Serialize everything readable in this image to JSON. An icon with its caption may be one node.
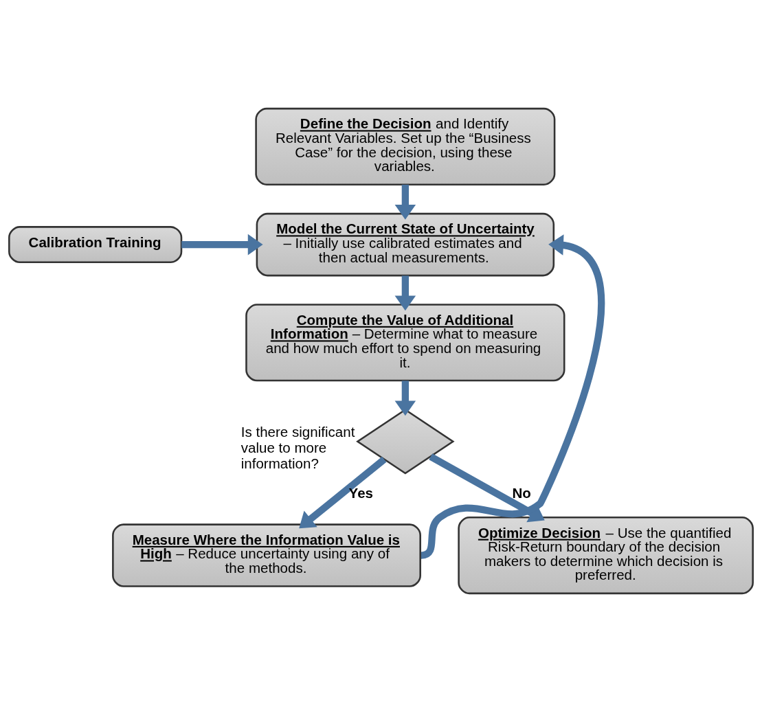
{
  "diagram": {
    "nodes": [
      {
        "text": [
          "**Define the Decision** and Identify Relevant Variables. Set up the “Business Case” for the decision, using these variables."
        ]
      },
      {
        "text": [
          "**Model the Current State of Uncertainty** – Initially use calibrated estimates and then actual measurements."
        ]
      },
      {
        "text": [
          "Calibration Training"
        ]
      },
      {
        "text": [
          "**Compute the Value of Additional Information** – Determine what to measure and how much effort to spend on measuring it."
        ]
      },
      {
        "text": [],
        "shape": "diamond",
        "beside": [
          "Is there significant value to more information?"
        ]
      },
      {
        "text": [
          "**Measure Where the Information Value is High** – Reduce uncertainty using any of the methods."
        ]
      },
      {
        "text": [
          "**Optimize Decision** – Use the quantified Risk-Return boundary of the decision makers to determine which decision is preferred."
        ]
      }
    ],
    "edges": [
      {
        "from": 0,
        "to": 1,
        "arrow": "to"
      },
      {
        "from": 2,
        "to": 1,
        "arrow": "to"
      },
      {
        "from": 1,
        "to": 3,
        "arrow": "to"
      },
      {
        "from": 3,
        "to": 4,
        "arrow": "to"
      },
      {
        "from": 4,
        "to": 5,
        "arrow": "to",
        "label": "Yes"
      },
      {
        "from": 4,
        "to": 6,
        "arrow": "to",
        "label": "No"
      },
      {
        "from": 5,
        "to": 1,
        "arrow": "to"
      }
    ]
  }
}
